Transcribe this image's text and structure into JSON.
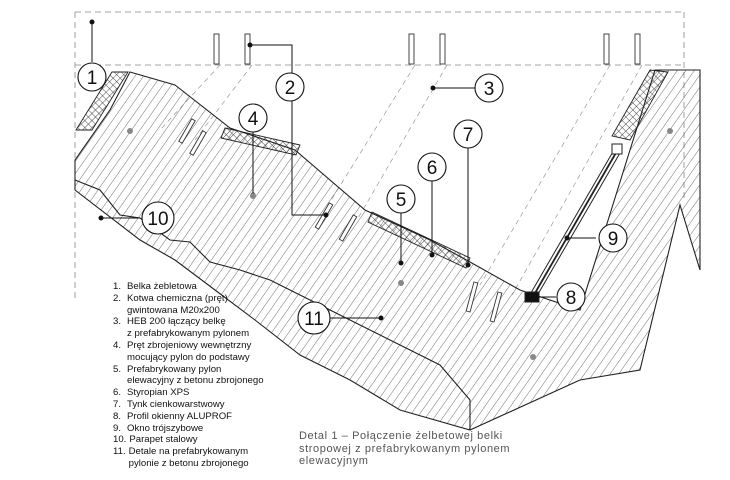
{
  "callouts": [
    "1",
    "2",
    "3",
    "4",
    "5",
    "6",
    "7",
    "8",
    "9",
    "10",
    "11"
  ],
  "legend": [
    {
      "num": "1.",
      "text": "Belka żebletowa"
    },
    {
      "num": "2.",
      "text": "Kotwa chemiczna (pręt)\ngwintowana M20x200"
    },
    {
      "num": "3.",
      "text": "HEB 200 łączący belkę\nz prefabrykowanym pylonem"
    },
    {
      "num": "4.",
      "text": "Pręt zbrojeniowy wewnętrzny\nmocujący pylon do podstawy"
    },
    {
      "num": "5.",
      "text": "Prefabrykowany pylon\nelewacyjny z betonu zbrojonego"
    },
    {
      "num": "6.",
      "text": "Styropian XPS"
    },
    {
      "num": "7.",
      "text": "Tynk cienkowarstwowy"
    },
    {
      "num": "8.",
      "text": "Profil okienny ALUPROF"
    },
    {
      "num": "9.",
      "text": "Okno trójszybowe"
    },
    {
      "num": "10.",
      "text": "Parapet stalowy"
    },
    {
      "num": "11.",
      "text": "Detale na prefabrykowanym\npylonie z betonu zbrojonego"
    }
  ],
  "caption": {
    "line1": "Detal 1 – Połączenie żelbetowej belki",
    "line2": "stropowej z prefabrykowanym pylonem",
    "line3": "elewacyjnym"
  }
}
